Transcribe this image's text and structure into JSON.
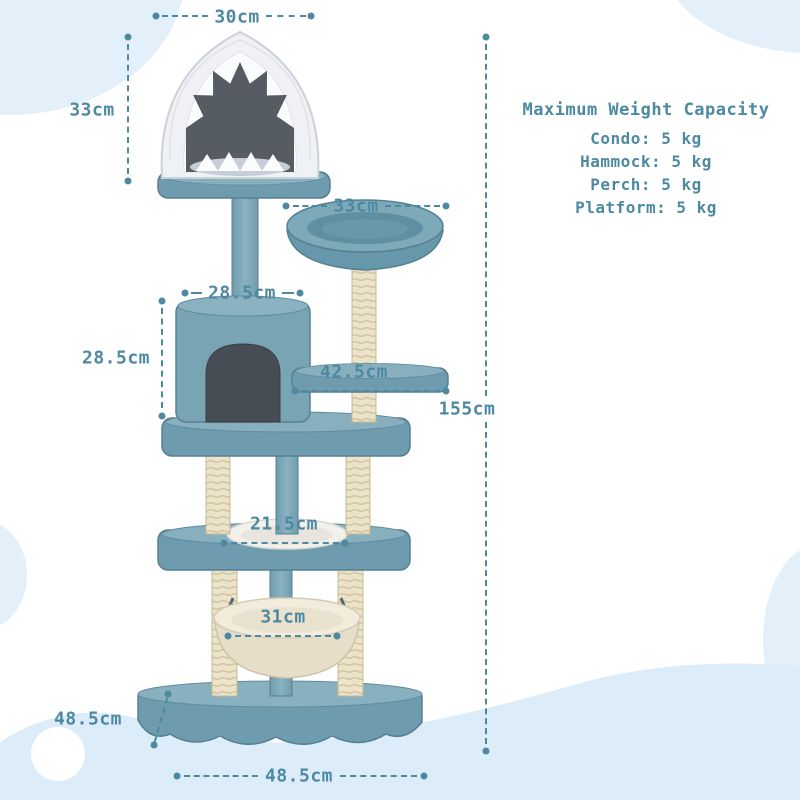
{
  "weight_capacity": {
    "title": "Maximum Weight Capacity",
    "condo": "Condo: 5 kg",
    "hammock": "Hammock: 5 kg",
    "perch": "Perch: 5 kg",
    "platform": "Platform: 5 kg"
  },
  "dimensions": {
    "shark_condo_width": "30cm",
    "shark_condo_height": "33cm",
    "perch_width": "33cm",
    "condo_width": "28.5cm",
    "condo_height": "28.5cm",
    "top_platform_width": "42.5cm",
    "total_height": "155cm",
    "platform_pad_width": "21.5cm",
    "hammock_width": "31cm",
    "base_depth": "48.5cm",
    "base_width": "48.5cm"
  },
  "colors": {
    "accent_teal": "#4d89a1",
    "tree_plush_blue": "#6e9cae",
    "sisal_beige": "#ece3cb",
    "background_blob_blue": "#e3f0fa",
    "hammock_cream": "#f2ecdd",
    "shark_white": "#eff1f4",
    "mouth_dark": "#565c64"
  }
}
